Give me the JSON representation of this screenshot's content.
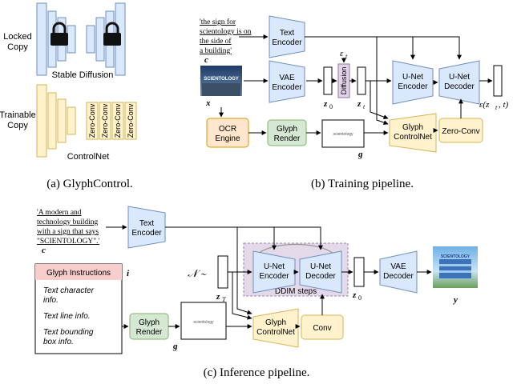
{
  "panel_a": {
    "locked_label_1": "Locked",
    "locked_label_2": "Copy",
    "trainable_label_1": "Trainable",
    "trainable_label_2": "Copy",
    "stable_diffusion": "Stable Diffusion",
    "controlnet": "ControlNet",
    "zero_conv": "Zero-Conv",
    "caption": "(a) GlyphControl."
  },
  "panel_b": {
    "prompt_1": "'the sign for",
    "prompt_2": "scientology is on",
    "prompt_3": "the side of",
    "prompt_4": "a building'",
    "prompt_sym": "c",
    "x_sym": "x",
    "text_encoder_1": "Text",
    "text_encoder_2": "Encoder",
    "vae_encoder_1": "VAE",
    "vae_encoder_2": "Encoder",
    "z0": "z",
    "z0_sub": "0",
    "diffusion": "Diffusion",
    "eps": "ε",
    "eps_sub": "t",
    "zt": "z",
    "zt_sub": "t",
    "unet_encoder_1": "U-Net",
    "unet_encoder_2": "Encoder",
    "unet_decoder_1": "U-Net",
    "unet_decoder_2": "Decoder",
    "output": "ε(z",
    "output_sub": "t",
    "output_tail": ", t)",
    "ocr_1": "OCR",
    "ocr_2": "Engine",
    "glyph_render_1": "Glyph",
    "glyph_render_2": "Render",
    "glyph_img_text": "scientology",
    "g_sym": "g",
    "glyph_controlnet_1": "Glyph",
    "glyph_controlnet_2": "ControlNet",
    "zero_conv": "Zero-Conv",
    "photo_text": "SCIENTOLOGY",
    "caption": "(b) Training pipeline."
  },
  "panel_c": {
    "prompt_1": "'A modern and",
    "prompt_2": "technology building",
    "prompt_3": "with a sign that says",
    "prompt_4": "\"SCIENTOLOGY\".'",
    "prompt_sym": "c",
    "text_encoder_1": "Text",
    "text_encoder_2": "Encoder",
    "glyph_instructions": "Glyph Instructions",
    "i_sym": "i",
    "instr_1": "Text character",
    "instr_2": "info.",
    "instr_3": "Text line info.",
    "instr_4": "Text bounding",
    "instr_5": "box info.",
    "normal": "𝒩 ∼",
    "zT": "z",
    "zT_sub": "T",
    "unet_encoder_1": "U-Net",
    "unet_encoder_2": "Encoder",
    "unet_decoder_1": "U-Net",
    "unet_decoder_2": "Decoder",
    "ddim": "DDIM steps",
    "z0": "z",
    "z0_sub": "0",
    "vae_decoder_1": "VAE",
    "vae_decoder_2": "Decoder",
    "y_sym": "y",
    "glyph_render_1": "Glyph",
    "glyph_render_2": "Render",
    "glyph_img_text": "scientology",
    "g_sym": "g",
    "glyph_controlnet_1": "Glyph",
    "glyph_controlnet_2": "ControlNet",
    "conv": "Conv",
    "photo_text": "SCIENTOLOGY",
    "caption": "(c) Inference pipeline."
  },
  "colors": {
    "blue_fill": "#dae8fc",
    "blue_stroke": "#6c8ebf",
    "yellow_fill": "#fff2cc",
    "yellow_stroke": "#d6b656",
    "orange_fill": "#ffe6cc",
    "orange_stroke": "#d79b00",
    "green_fill": "#d5e8d4",
    "green_stroke": "#82b366",
    "purple_fill": "#e1d5e7",
    "purple_stroke": "#9673a6",
    "red_fill": "#f8cecc"
  },
  "icons": [
    "lock-icon",
    "lock-icon"
  ]
}
